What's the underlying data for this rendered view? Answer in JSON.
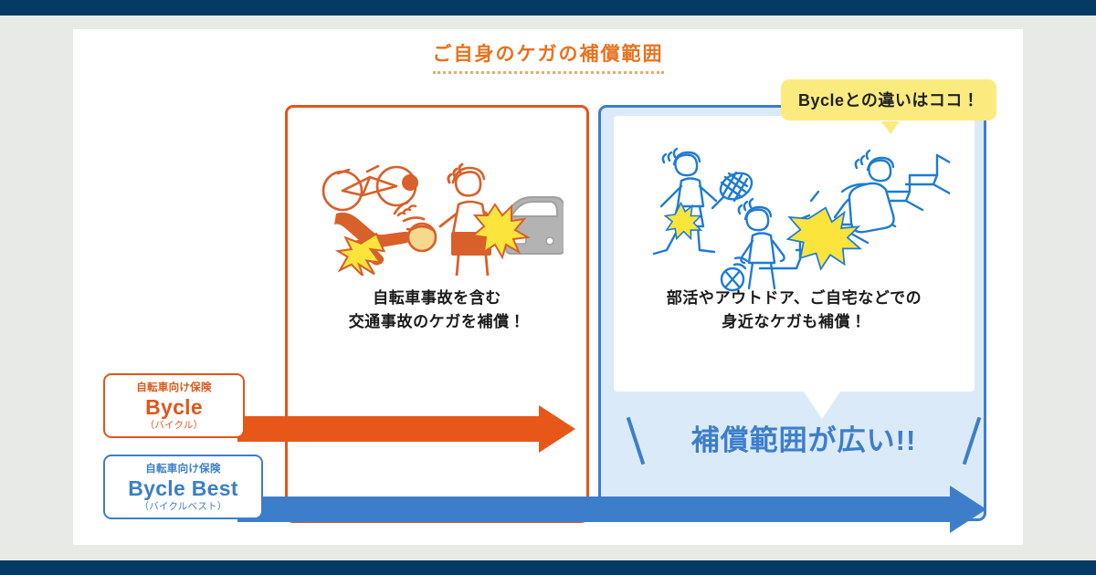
{
  "page": {
    "top_bar_color": "#053a63",
    "background_color": "#e8eae8",
    "sheet_color": "#ffffff"
  },
  "title": {
    "text": "ご自身のケガの補償範囲",
    "color": "#e8721e",
    "underline_style": "dotted"
  },
  "callout": {
    "text": "Bycleとの違いはココ！",
    "background_color": "#fbeb7f"
  },
  "panels": {
    "left": {
      "border_color": "#e0571a",
      "caption_line1": "自転車事故を含む",
      "caption_line2": "交通事故のケガを補償！",
      "illustration_name": "bicycle-accident-illustration",
      "illustration_description": "自転車事故と車との接触事故のイラスト"
    },
    "right": {
      "border_color": "#3d7ecb",
      "fill_color": "#dbeaf9",
      "caption_line1": "部活やアウトドア、ご自宅などでの",
      "caption_line2": "身近なケガも補償！",
      "illustration_name": "daily-life-injury-illustration",
      "illustration_description": "部活・スポーツ・階段での転倒のイラスト"
    }
  },
  "products": [
    {
      "id": "bycle",
      "sub_label": "自転車向け保険",
      "name": "Bycle",
      "kana": "（バイクル）",
      "color": "#e0571a",
      "arrow_name": "bycle-coverage-arrow"
    },
    {
      "id": "bycle-best",
      "sub_label": "自転車向け保険",
      "name": "Bycle Best",
      "kana": "（バイクルベスト）",
      "color": "#3d7ecb",
      "arrow_name": "bycle-best-coverage-arrow"
    }
  ],
  "highlight": {
    "text": "補償範囲が広い!!",
    "color": "#3d7ecb"
  }
}
